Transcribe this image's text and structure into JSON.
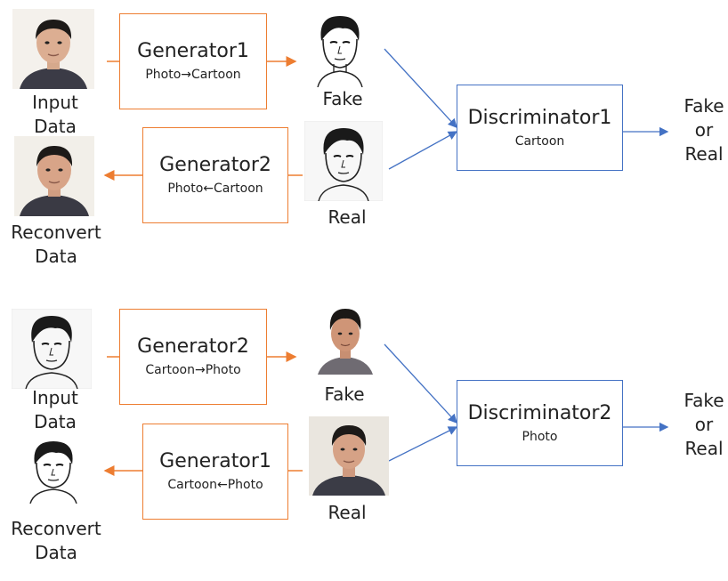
{
  "colors": {
    "generator": "#ed7d31",
    "discriminator": "#4472c4"
  },
  "top": {
    "generator_a": {
      "title": "Generator1",
      "sub": "Photo→Cartoon"
    },
    "generator_b": {
      "title": "Generator2",
      "sub": "Photo←Cartoon"
    },
    "discriminator": {
      "title": "Discriminator1",
      "sub": "Cartoon"
    },
    "input_label": "Input\nData",
    "reconvert_label": "Reconvert\nData",
    "fake_label": "Fake",
    "real_label": "Real",
    "result_label": "Fake\nor\nReal",
    "images": {
      "input": "face-photo",
      "fake": "face-cartoon",
      "real": "face-cartoon",
      "reconvert": "face-photo"
    }
  },
  "bottom": {
    "generator_a": {
      "title": "Generator2",
      "sub": "Cartoon→Photo"
    },
    "generator_b": {
      "title": "Generator1",
      "sub": "Cartoon←Photo"
    },
    "discriminator": {
      "title": "Discriminator2",
      "sub": "Photo"
    },
    "input_label": "Input\nData",
    "reconvert_label": "Reconvert\nData",
    "fake_label": "Fake",
    "real_label": "Real",
    "result_label": "Fake\nor\nReal",
    "images": {
      "input": "face-cartoon",
      "fake": "face-photo",
      "real": "face-photo",
      "reconvert": "face-cartoon"
    }
  }
}
